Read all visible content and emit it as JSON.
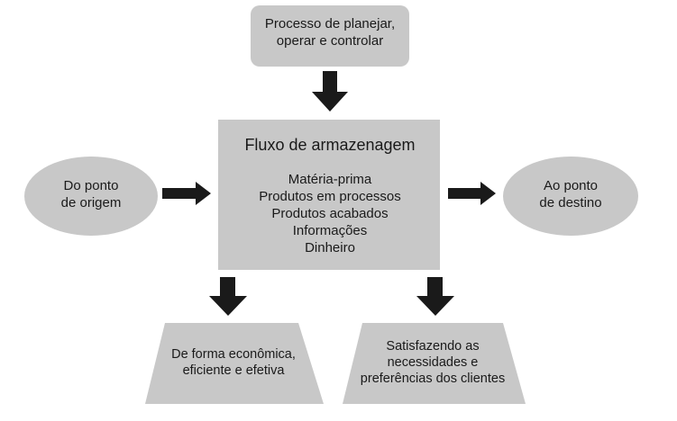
{
  "diagram": {
    "top_box": {
      "lines": [
        "Processo de planejar,",
        "operar e controlar"
      ]
    },
    "center_box": {
      "title": "Fluxo de armazenagem",
      "items": [
        "Matéria-prima",
        "Produtos em processos",
        "Produtos acabados",
        "Informações",
        "Dinheiro"
      ]
    },
    "left_ellipse": {
      "lines": [
        "Do ponto",
        "de origem"
      ]
    },
    "right_ellipse": {
      "lines": [
        "Ao ponto",
        "de destino"
      ]
    },
    "bottom_left": {
      "lines": [
        "De forma econômica,",
        "eficiente e efetiva"
      ]
    },
    "bottom_right": {
      "lines": [
        "Satisfazendo as",
        "necessidades e",
        "preferências dos clientes"
      ]
    },
    "colors": {
      "shape_fill": "#c8c8c8",
      "arrow": "#1a1a1a",
      "text": "#1a1a1a"
    }
  }
}
